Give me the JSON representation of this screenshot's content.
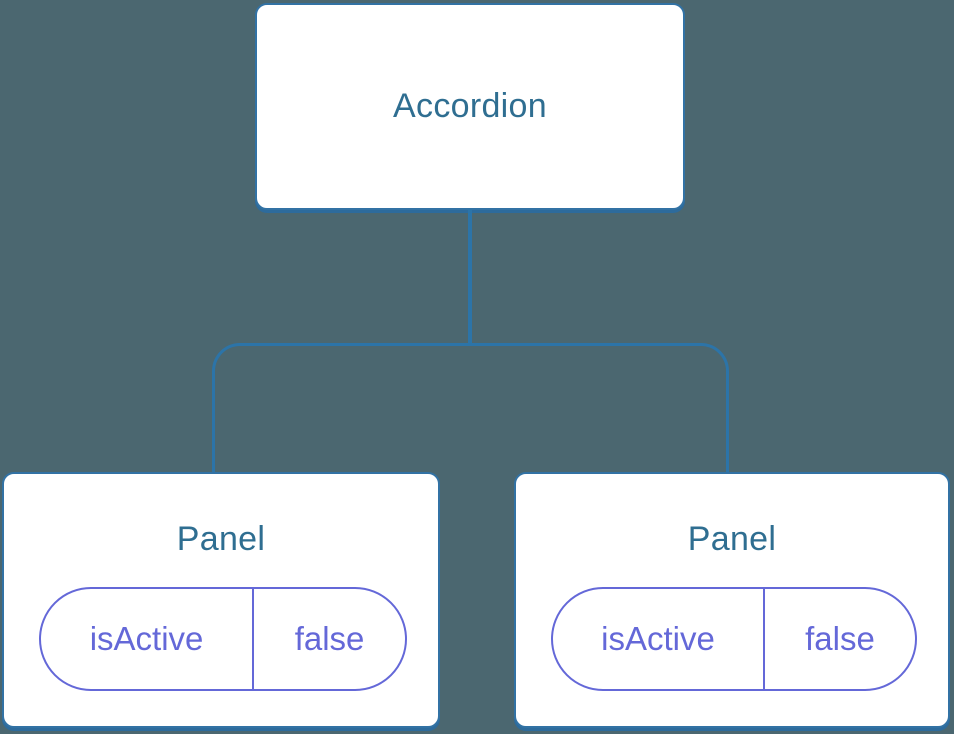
{
  "diagram": {
    "type": "component-tree",
    "root": {
      "label": "Accordion"
    },
    "children": [
      {
        "label": "Panel",
        "state": {
          "name": "isActive",
          "value": "false"
        }
      },
      {
        "label": "Panel",
        "state": {
          "name": "isActive",
          "value": "false"
        }
      }
    ]
  },
  "colors": {
    "background": "#4B6770",
    "node_fill": "#FFFFFF",
    "node_border": "#3272A4",
    "node_title_text": "#2F6E91",
    "connector": "#2C74A8",
    "state_accent": "#6468D8"
  }
}
